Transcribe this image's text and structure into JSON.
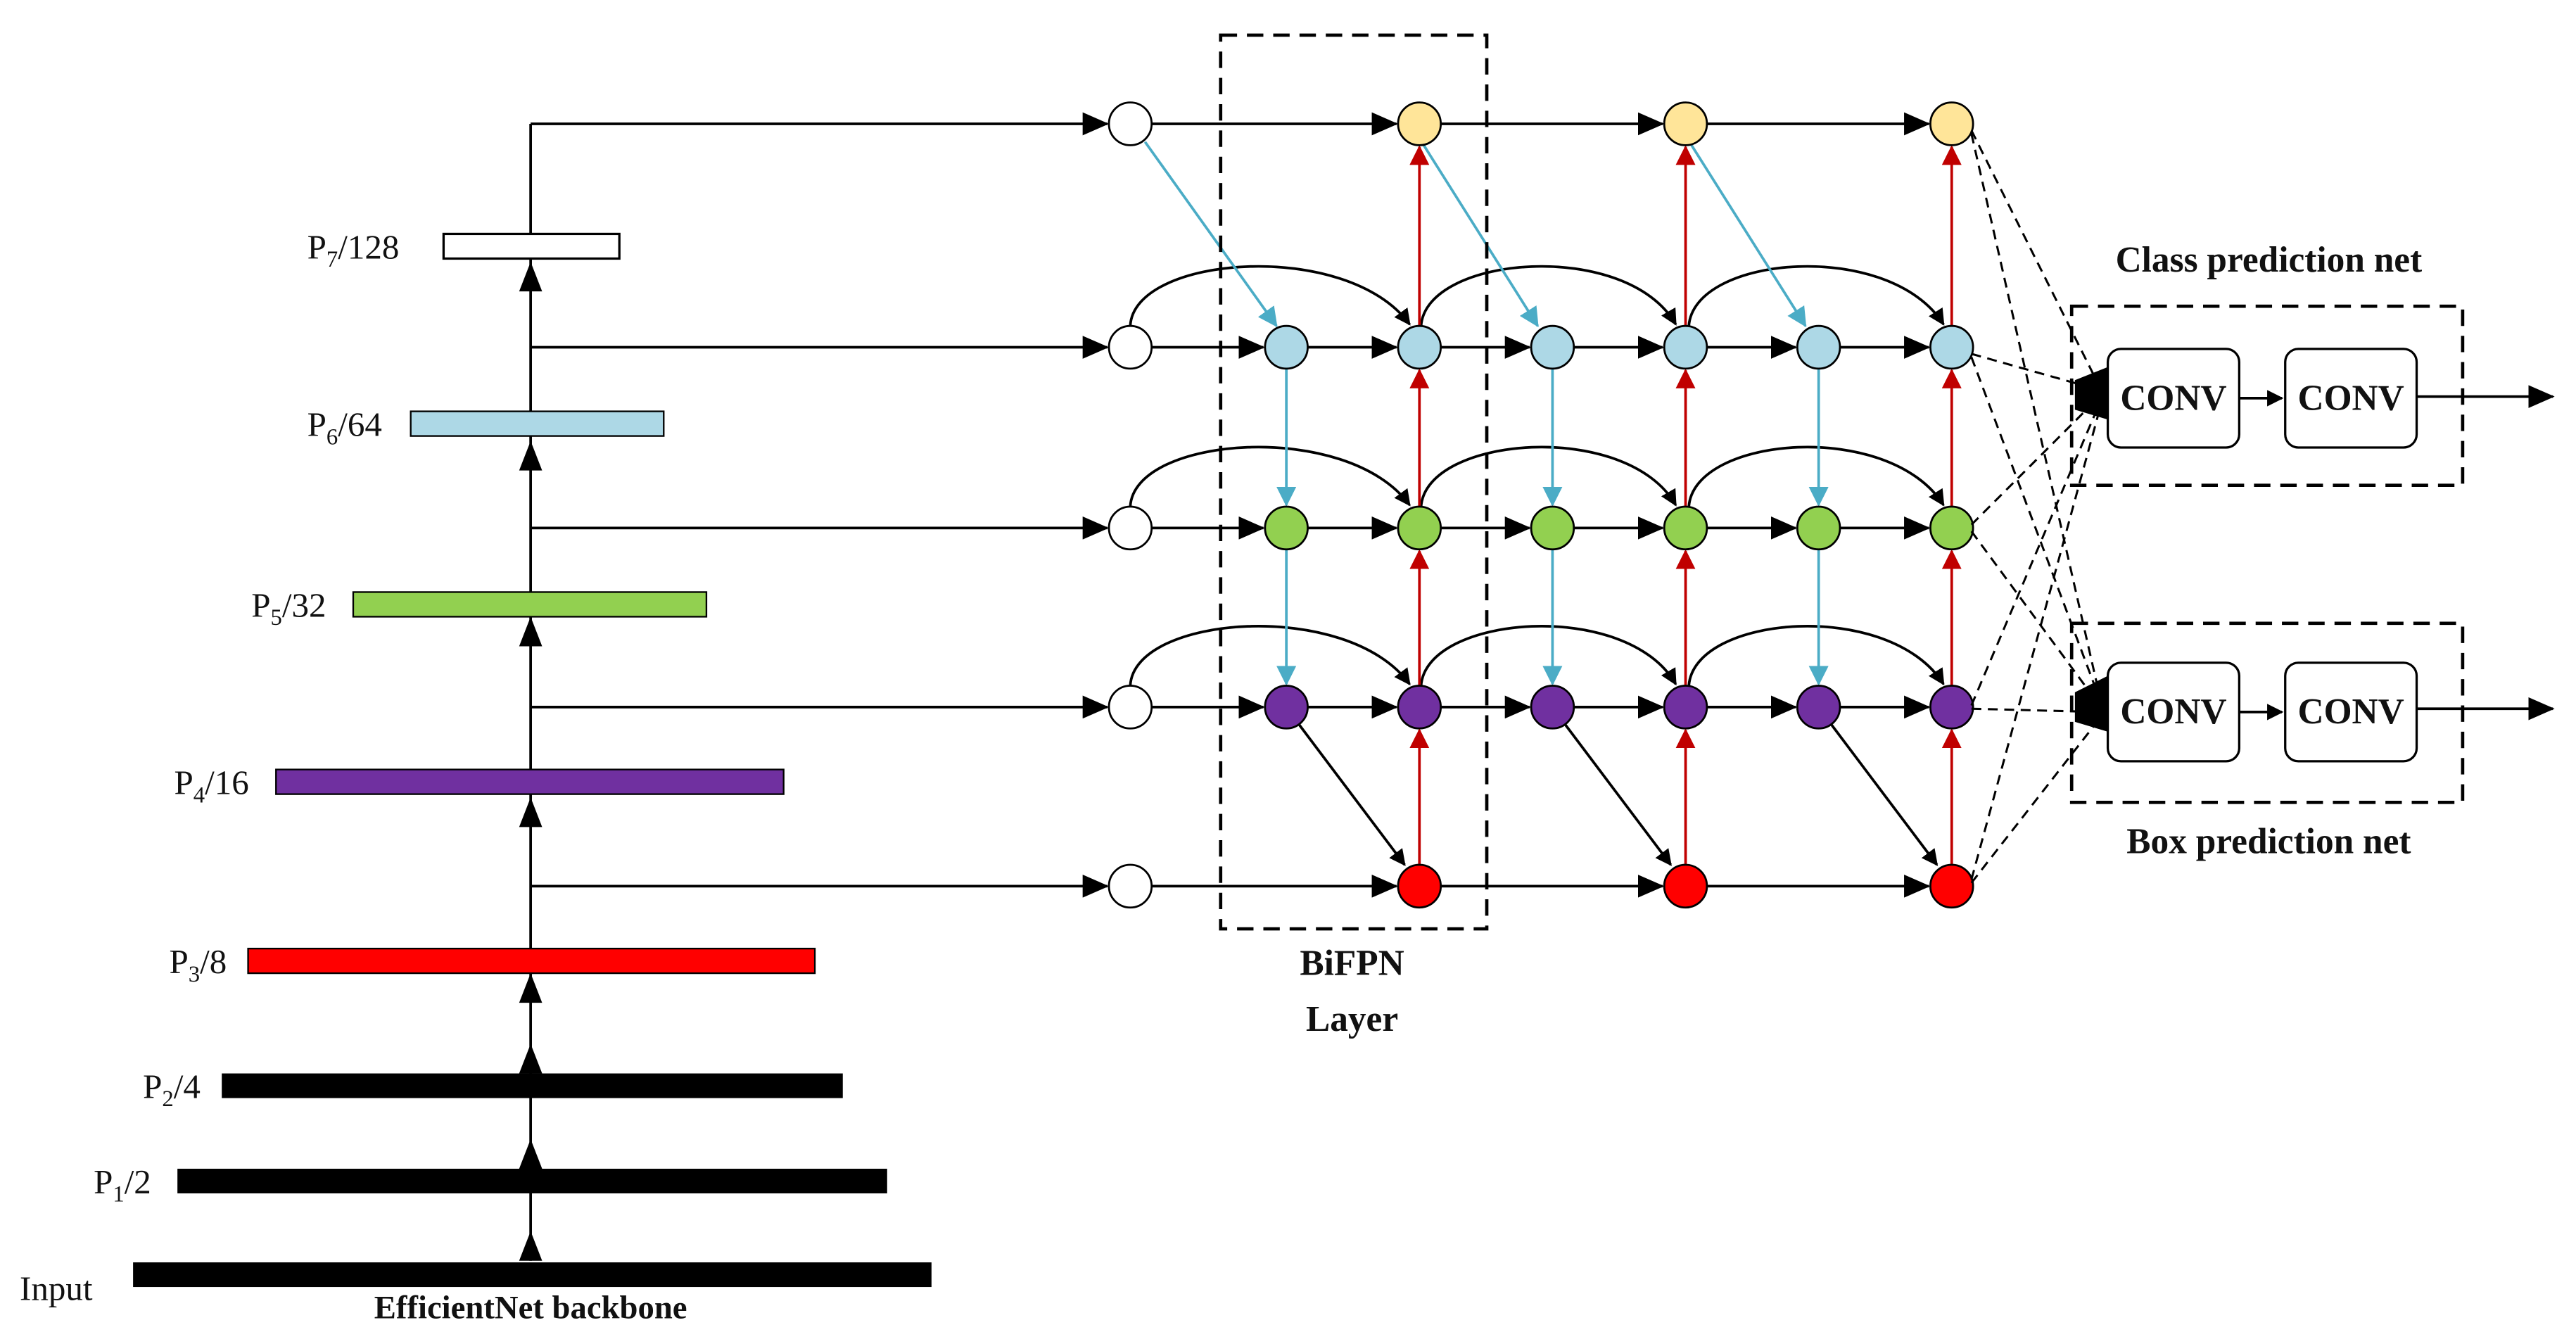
{
  "backbone": {
    "title": "EfficientNet backbone",
    "input_label": "Input",
    "levels": [
      {
        "p": "P",
        "sub": "1",
        "suffix": "/2",
        "color": "#000000"
      },
      {
        "p": "P",
        "sub": "2",
        "suffix": "/4",
        "color": "#000000"
      },
      {
        "p": "P",
        "sub": "3",
        "suffix": "/8",
        "color": "#ff0000"
      },
      {
        "p": "P",
        "sub": "4",
        "suffix": "/16",
        "color": "#7030a0"
      },
      {
        "p": "P",
        "sub": "5",
        "suffix": "/32",
        "color": "#92d050"
      },
      {
        "p": "P",
        "sub": "6",
        "suffix": "/64",
        "color": "#add8e6"
      },
      {
        "p": "P",
        "sub": "7",
        "suffix": "/128",
        "color": "#ffffff"
      }
    ]
  },
  "bifpn": {
    "label_line1": "BiFPN",
    "label_line2": "Layer",
    "colors": {
      "p7": "#ffe599",
      "p6": "#add8e6",
      "p5": "#92d050",
      "p4": "#7030a0",
      "p3": "#ff0000",
      "input_node": "#ffffff",
      "top_down_arrow": "#4bacc6",
      "bottom_up_arrow": "#c00000"
    }
  },
  "heads": {
    "class": {
      "title": "Class prediction net",
      "conv1": "CONV",
      "conv2": "CONV"
    },
    "box": {
      "title": "Box prediction net",
      "conv1": "CONV",
      "conv2": "CONV"
    }
  }
}
